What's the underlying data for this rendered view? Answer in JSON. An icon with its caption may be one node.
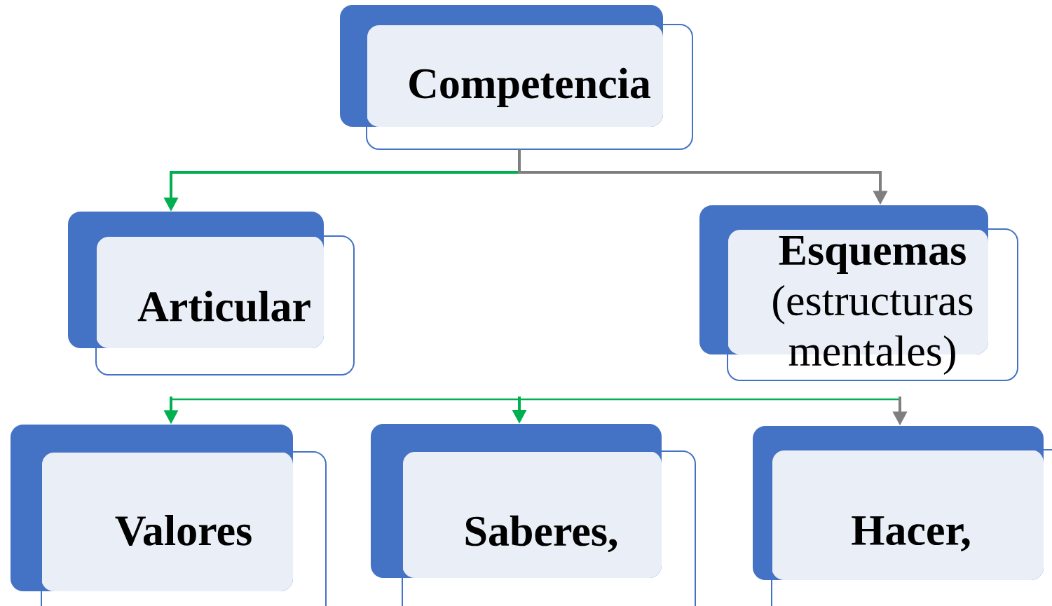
{
  "diagram": {
    "nodes": [
      {
        "text": [
          "Competencia"
        ]
      },
      {
        "text": [
          "Articular"
        ]
      },
      {
        "text": [
          "Esquemas",
          "(estructuras mentales)"
        ]
      },
      {
        "text": [
          "Valores"
        ]
      },
      {
        "text": [
          "Saberes,"
        ]
      },
      {
        "text": [
          "Hacer,"
        ]
      }
    ],
    "edges": [
      {
        "from": 0,
        "to": 1,
        "arrow": "to"
      },
      {
        "from": 0,
        "to": 2,
        "arrow": "to",
        "color": "#7f7f7f"
      },
      {
        "from": null,
        "to": 3,
        "arrow": "to"
      },
      {
        "from": null,
        "to": 4,
        "arrow": "to"
      },
      {
        "from": null,
        "to": 5,
        "arrow": "to",
        "color": "#7f7f7f"
      }
    ]
  }
}
